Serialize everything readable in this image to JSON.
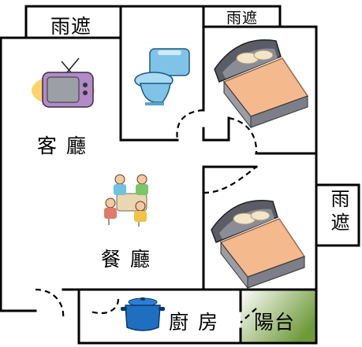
{
  "rooms": {
    "canopy_top_left": "雨遮",
    "canopy_top_right": "雨遮",
    "canopy_right": "雨遮",
    "living_room": "客廳",
    "dining_room": "餐廳",
    "kitchen": "廚房",
    "balcony": "陽台"
  },
  "colors": {
    "balcony_gradient_start": "#ffffff",
    "balcony_gradient_end": "#6f9a3a",
    "bed_blanket": "#f4b98c",
    "bed_headboard": "#5a5c66",
    "tv_body": "#b18ac7",
    "toilet": "#7fc3e8",
    "pot": "#1e6fc2"
  },
  "icons": [
    "tv-icon",
    "toilet-icon",
    "bed-icon",
    "family-dining-icon",
    "cooking-pot-icon"
  ]
}
